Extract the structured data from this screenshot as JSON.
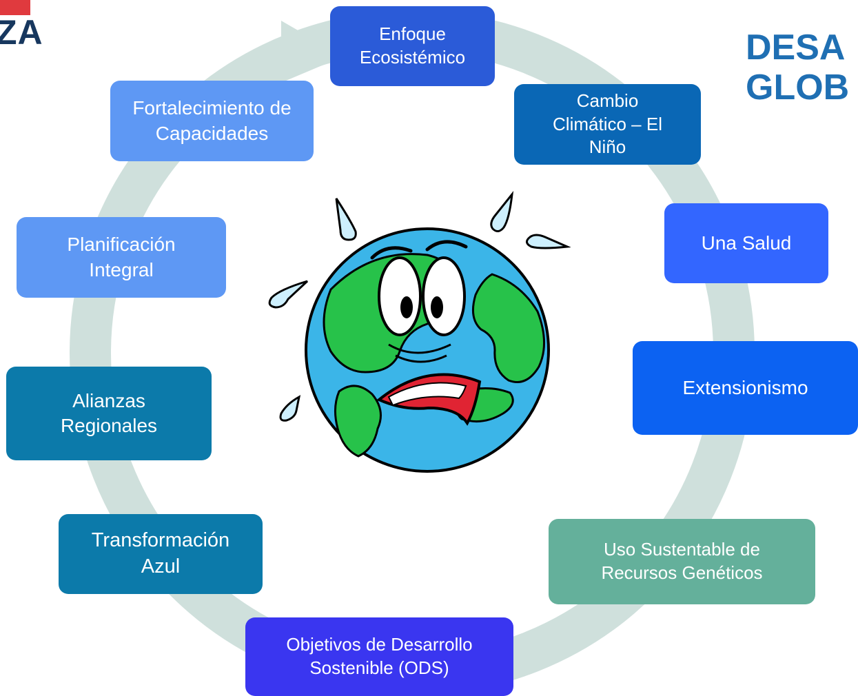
{
  "logo": {
    "text": "ZA"
  },
  "title": {
    "line1": "DESA",
    "line2": "GLOB"
  },
  "nodes": [
    {
      "label": "Enfoque Ecosistémico",
      "color": "#2b5bd8"
    },
    {
      "label": "Cambio Climático – El Niño",
      "color": "#0a67b5"
    },
    {
      "label": "Una Salud",
      "color": "#3366ff"
    },
    {
      "label": "Extensionismo",
      "color": "#0c62f2"
    },
    {
      "label": "Uso Sustentable de Recursos Genéticos",
      "color": "#64b09b"
    },
    {
      "label": "Objetivos de Desarrollo Sostenible (ODS)",
      "color": "#3a36f0"
    },
    {
      "label": "Transformación Azul",
      "color": "#0c7aaa"
    },
    {
      "label": "Alianzas Regionales",
      "color": "#0c7aaa"
    },
    {
      "label": "Planificación Integral",
      "color": "#5e98f4"
    },
    {
      "label": "Fortalecimiento de Capacidades",
      "color": "#5e98f4"
    }
  ],
  "colors": {
    "ring": "#cfe0dc",
    "ocean": "#3bb5e8",
    "land": "#27c24a"
  },
  "icons": {
    "center": "worried-earth-icon",
    "cycle": "cycle-arrow-icon"
  }
}
